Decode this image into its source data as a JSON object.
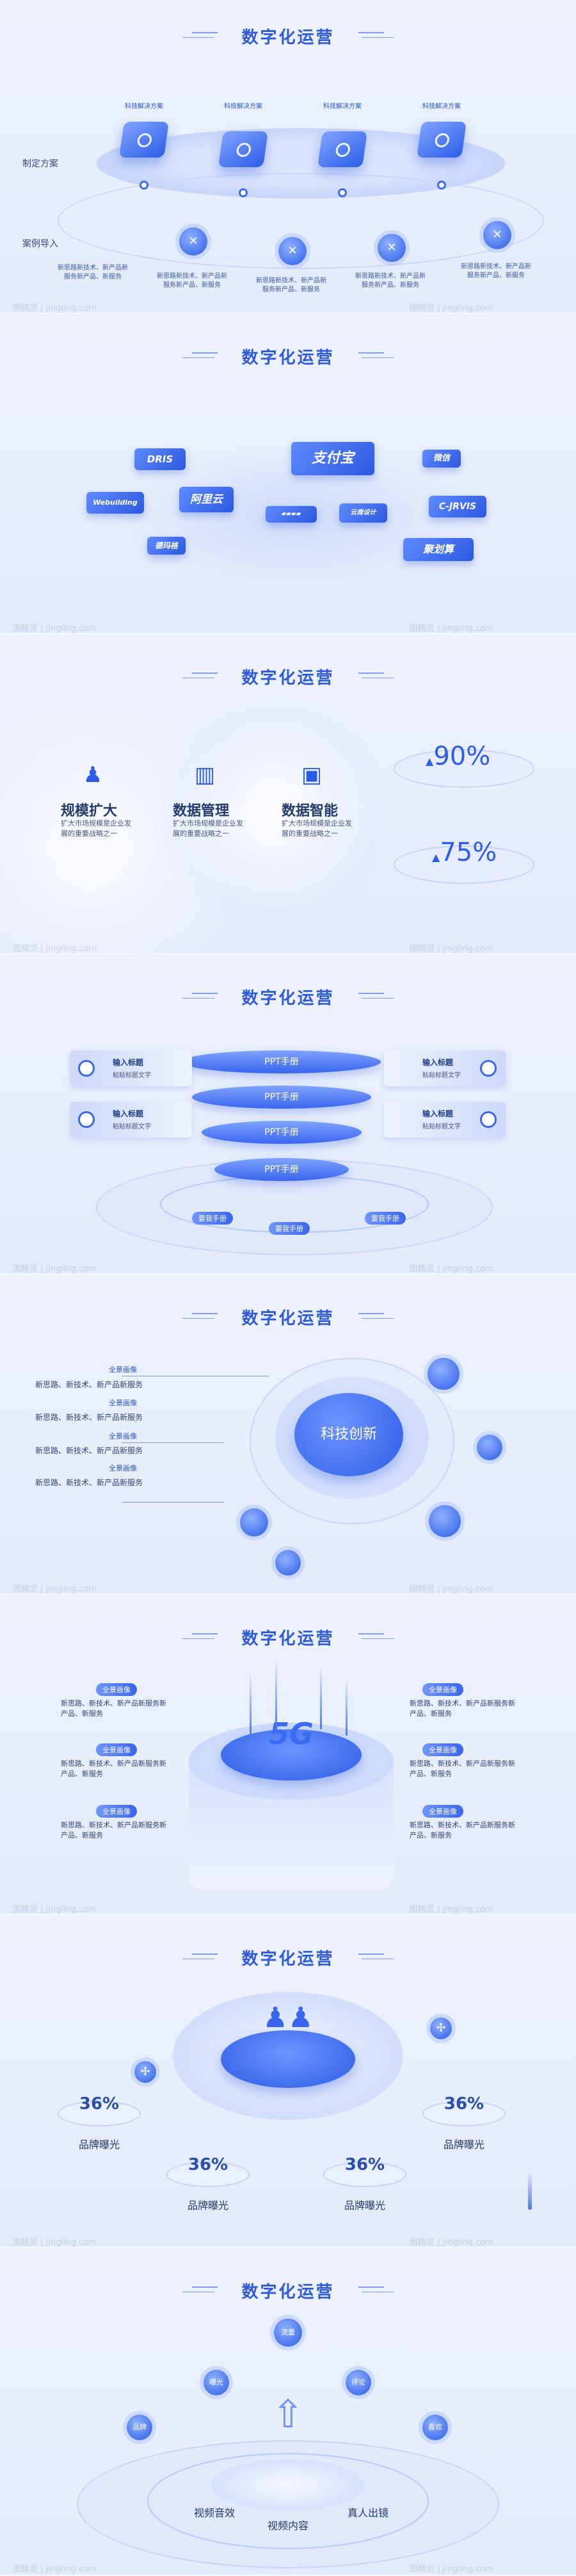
{
  "sections": [
    {
      "title": "数字化运营",
      "plan_label": "制定方案",
      "case_label": "案例导入",
      "plans": [
        "科技解决方案",
        "科技解决方案",
        "科技解决方案",
        "科技解决方案"
      ],
      "cases": [
        "新思路新技术、新产品新服务新产品、新服务",
        "新思路新技术、新产品新服务新产品、新服务",
        "新思路新技术、新产品新服务新产品、新服务",
        "新思路新技术、新产品新服务新产品、新服务",
        "新思路新技术、新产品新服务新产品、新服务"
      ]
    },
    {
      "title": "数字化运营",
      "logos": [
        "DRIS",
        "支付宝",
        "微信",
        "Webuilding",
        "阿里云",
        "云南设计",
        "C-JRVIS",
        "德玛格",
        "聚划算"
      ]
    },
    {
      "title": "数字化运营",
      "items": [
        {
          "h": "规模扩大",
          "p": "扩大市场规模是企业发展的重要战略之一"
        },
        {
          "h": "数据管理",
          "p": "扩大市场规模是企业发展的重要战略之一"
        },
        {
          "h": "数据智能",
          "p": "扩大市场规模是企业发展的重要战略之一"
        }
      ],
      "pcts": [
        "90%",
        "75%"
      ]
    },
    {
      "title": "数字化运营",
      "layers": [
        "PPT手册",
        "PPT手册",
        "PPT手册",
        "PPT手册"
      ],
      "card_title": "输入标题",
      "card_desc": "粘贴标题文字",
      "tags": [
        "要我手册",
        "要我手册",
        "要我手册"
      ]
    },
    {
      "title": "数字化运营",
      "head": "全景画像",
      "body": "新思路、新技术、新产品新服务",
      "center": "科技创新"
    },
    {
      "title": "数字化运营",
      "head": "全景画像",
      "body": "新思路、新技术、新产品新服务新产品、新服务",
      "center": "5G"
    },
    {
      "title": "数字化运营",
      "pct": "36%",
      "cap": "品牌曝光"
    },
    {
      "title": "数字化运营",
      "bubbles": [
        "流量",
        "曝光",
        "评论",
        "品牌",
        "喜欢"
      ],
      "caps": [
        "视频音效",
        "视频内容",
        "真人出镜"
      ]
    }
  ],
  "watermark": "图精灵 | jingling.com"
}
